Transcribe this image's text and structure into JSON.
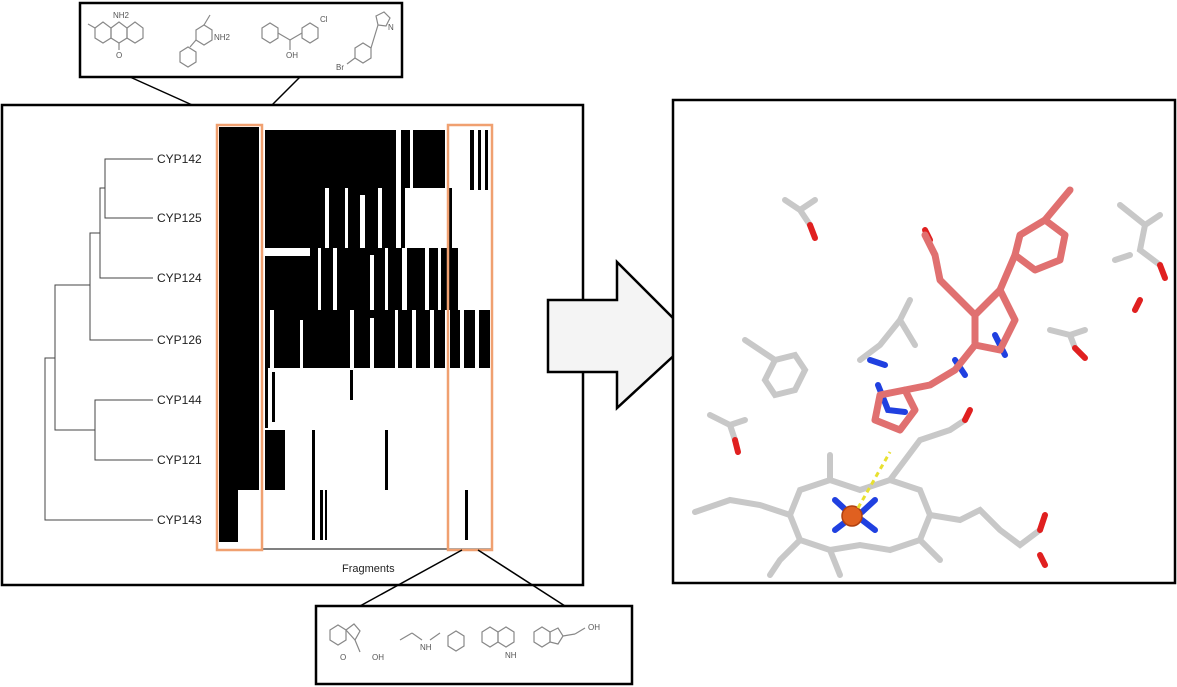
{
  "heatmap": {
    "rows": [
      "CYP142",
      "CYP125",
      "CYP124",
      "CYP126",
      "CYP144",
      "CYP121",
      "CYP143"
    ],
    "xlabel": "Fragments"
  },
  "structure_labels": {
    "top_box": [
      "NH2",
      "NH2",
      "OH",
      "Cl",
      "N",
      "Br",
      "O"
    ],
    "bottom_box": [
      "OH",
      "NH",
      "NH",
      "OH",
      "O"
    ]
  },
  "colors": {
    "highlight": "#f0a070",
    "ligand": "#e07070",
    "nitrogen": "#2040e0",
    "oxygen": "#e02020",
    "iron": "#e06020",
    "carbon": "#c8c8c8",
    "hbond": "#e8e030"
  },
  "icons": [
    "right-arrow-icon"
  ]
}
